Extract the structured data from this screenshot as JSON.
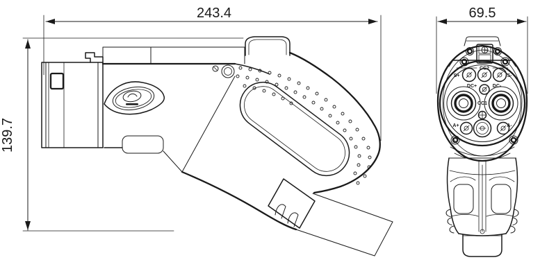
{
  "drawing": {
    "background": "#ffffff",
    "line_color": "#1a1a1a",
    "description": "EV charging gun connector, side view and front face view"
  },
  "side_view": {
    "length_dim": "243.4",
    "height_dim": "139.7"
  },
  "front_view": {
    "width_dim": "69.5",
    "pins": {
      "cc2": "CC2",
      "s_plus": "S+",
      "s_minus": "S-",
      "dc_plus": "DC+",
      "dc_minus": "DC-",
      "cc1": "CC1",
      "a_plus": "A+",
      "a_minus": "A-"
    }
  }
}
